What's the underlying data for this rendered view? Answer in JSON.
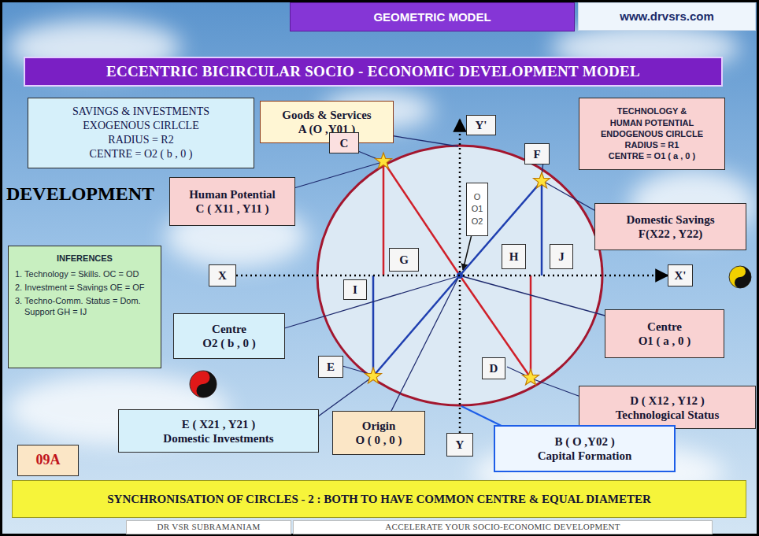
{
  "diagram": {
    "nodes": [
      {
        "text": [
          "GEOMETRIC MODEL"
        ]
      },
      {
        "text": [
          "www.drvsrs.com"
        ]
      },
      {
        "text": [
          "ECCENTRIC BICIRCULAR SOCIO - ECONOMIC DEVELOPMENT MODEL"
        ]
      },
      {
        "text": [
          "SAVINGS & INVESTMENTS",
          "EXOGENOUS CIRLCLE",
          "RADIUS = R2",
          "CENTRE = O2 ( b , 0 )"
        ]
      },
      {
        "text": [
          "Goods & Services",
          "A (O ,Y01 )"
        ]
      },
      {
        "text": [
          "Y'"
        ]
      },
      {
        "text": [
          "TECHNOLOGY &",
          "HUMAN POTENTIAL",
          "ENDOGENOUS CIRLCLE",
          "RADIUS = R1",
          "CENTRE = O1 ( a , 0 )"
        ]
      },
      {
        "text": [
          "C"
        ]
      },
      {
        "text": [
          "F"
        ]
      },
      {
        "text": [
          "Human Potential",
          "C ( X11 , Y11 )"
        ]
      },
      {
        "text": [
          "O O1 O2"
        ]
      },
      {
        "text": [
          "Domestic Savings",
          "F(X22 , Y22)"
        ]
      },
      {
        "text": [
          "INFERENCES",
          "1. Technology = Skills. OC = OD",
          "2. Investment = Savings OE = OF",
          "3. Techno-Comm. Status = Dom. Support GH = IJ"
        ]
      },
      {
        "text": [
          "X"
        ]
      },
      {
        "text": [
          "G"
        ]
      },
      {
        "text": [
          "H"
        ]
      },
      {
        "text": [
          "J"
        ]
      },
      {
        "text": [
          "I"
        ]
      },
      {
        "text": [
          "X'"
        ]
      },
      {
        "text": [
          "Centre",
          "O2 ( b , 0 )"
        ]
      },
      {
        "text": [
          "Centre",
          "O1 ( a , 0 )"
        ]
      },
      {
        "text": [
          "E"
        ]
      },
      {
        "text": [
          "D"
        ]
      },
      {
        "text": [
          "D ( X12 , Y12 )",
          "Technological Status"
        ]
      },
      {
        "text": [
          "E ( X21 , Y21 )",
          "Domestic Investments"
        ]
      },
      {
        "text": [
          "Origin",
          "O ( 0 , 0 )"
        ]
      },
      {
        "text": [
          "Y"
        ]
      },
      {
        "text": [
          "B ( O ,Y02 )",
          "Capital Formation"
        ]
      },
      {
        "text": [
          "09A"
        ]
      },
      {
        "text": [
          "SYNCHRONISATION OF CIRCLES - 2 : BOTH TO HAVE COMMON CENTRE & EQUAL DIAMETER"
        ]
      },
      {
        "text": [
          "DR VSR SUBRAMANIAM"
        ]
      },
      {
        "text": [
          "ACCELERATE YOUR SOCIO-ECONOMIC DEVELOPMENT"
        ]
      }
    ],
    "edges": [
      {
        "from": 13,
        "to": 18,
        "arrow": "to"
      }
    ],
    "labels": [
      "DEVELOPMENT"
    ]
  }
}
